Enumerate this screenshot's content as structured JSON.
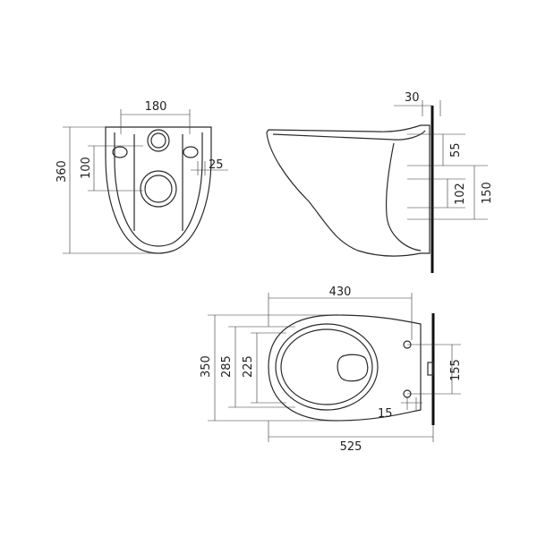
{
  "front_view": {
    "width_180": "180",
    "height_360": "360",
    "height_100": "100",
    "offset_25": "25"
  },
  "side_view": {
    "depth_30": "30",
    "height_55": "55",
    "height_102": "102",
    "height_150": "150"
  },
  "top_view": {
    "length_430": "430",
    "length_525": "525",
    "width_350": "350",
    "width_285": "285",
    "width_225": "225",
    "spacing_155": "155",
    "offset_15": "15"
  }
}
